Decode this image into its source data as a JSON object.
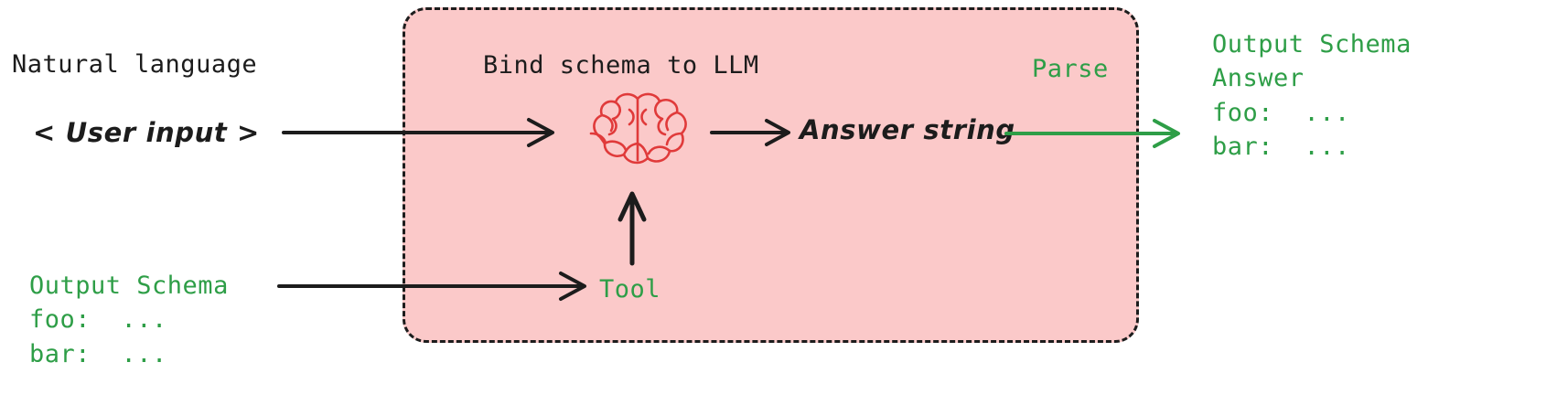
{
  "diagram": {
    "title_area": {
      "natural_language_label": "Natural language",
      "user_input_label": "< User input >"
    },
    "input_schema": {
      "heading": "Output Schema",
      "lines": [
        "foo:  ...",
        "bar:  ..."
      ]
    },
    "llm_box": {
      "bind_label": "Bind schema to LLM",
      "parse_label": "Parse",
      "tool_label": "Tool",
      "answer_string_label": "Answer string",
      "brain_icon_name": "brain-icon"
    },
    "output_schema": {
      "heading": "Output Schema",
      "lines": [
        "Answer",
        "foo:  ...",
        "bar:  ..."
      ]
    },
    "arrows": {
      "input_to_llm": "arrow-user-input-to-llm",
      "llm_to_answer": "arrow-llm-to-answer-string",
      "answer_to_output": "arrow-answer-to-output-schema",
      "tool_to_llm": "arrow-tool-to-llm",
      "schema_to_tool": "arrow-schema-to-tool"
    },
    "colors": {
      "box_fill": "#fbc9c9",
      "box_border": "#1c1c1c",
      "green": "#2e9e47",
      "brain_red": "#e03a3a",
      "ink": "#1c1c1c"
    }
  }
}
